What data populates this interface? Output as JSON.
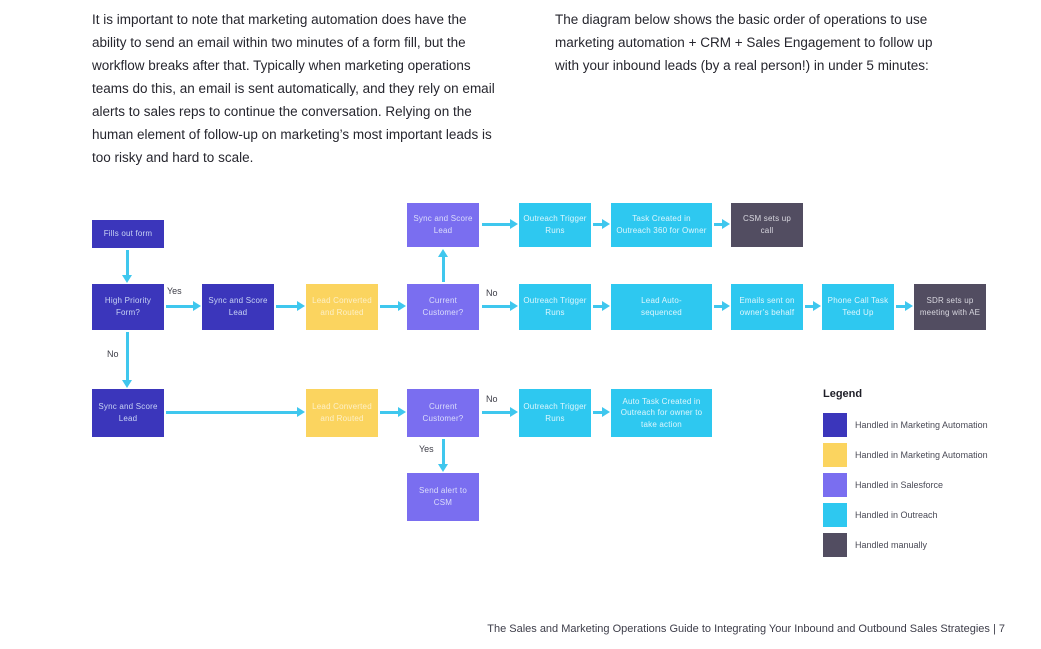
{
  "intro": {
    "left_paragraph": "It is important to note that marketing automation does have the ability to send an email within two minutes of a form fill, but the workflow breaks after that. Typically when marketing operations teams do this, an email is sent automatically, and they rely on email alerts to sales reps to continue the conversation. Relying on the human element of follow-up on marketing’s most important leads is too risky and hard to scale.",
    "right_paragraph": "The diagram below shows the basic order of operations to use marketing automation + CRM + Sales Engagement to follow up with your inbound leads (by a real person!) in under 5 minutes:"
  },
  "diagram": {
    "nodes": {
      "fills_out_form": {
        "label": "Fills out form",
        "system": "marketing-automation"
      },
      "high_priority_form": {
        "label": "High Priority Form?",
        "system": "marketing-automation"
      },
      "sync_score_mid": {
        "label": "Sync and Score Lead",
        "system": "marketing-automation"
      },
      "lead_converted_mid": {
        "label": "Lead Converted and Routed",
        "system": "marketing-automation"
      },
      "current_customer_mid": {
        "label": "Current Customer?",
        "system": "salesforce"
      },
      "sync_score_top": {
        "label": "Sync and Score Lead",
        "system": "salesforce"
      },
      "outreach_trigger_top": {
        "label": "Outreach Trigger Runs",
        "system": "outreach"
      },
      "task_created_top": {
        "label": "Task Created in Outreach 360 for Owner",
        "system": "outreach"
      },
      "csm_sets_up_call": {
        "label": "CSM sets up call",
        "system": "manual"
      },
      "outreach_trigger_mid": {
        "label": "Outreach Trigger Runs",
        "system": "outreach"
      },
      "lead_auto_sequenced": {
        "label": "Lead Auto-sequenced",
        "system": "outreach"
      },
      "emails_sent": {
        "label": "Emails sent on owner’s behalf",
        "system": "outreach"
      },
      "phone_call_task": {
        "label": "Phone Call Task Teed Up",
        "system": "outreach"
      },
      "sdr_meeting": {
        "label": "SDR sets up meeting with AE",
        "system": "manual"
      },
      "sync_score_bottom": {
        "label": "Sync and Score Lead",
        "system": "marketing-automation"
      },
      "lead_converted_bottom": {
        "label": "Lead Converted and Routed",
        "system": "marketing-automation"
      },
      "current_customer_bottom": {
        "label": "Current Customer?",
        "system": "salesforce"
      },
      "outreach_trigger_bottom": {
        "label": "Outreach Trigger Runs",
        "system": "outreach"
      },
      "auto_task_created": {
        "label": "Auto Task Created in Outreach for owner to take action",
        "system": "outreach"
      },
      "send_alert_csm": {
        "label": "Send alert to CSM",
        "system": "salesforce"
      }
    },
    "edge_labels": {
      "high_priority_yes": "Yes",
      "high_priority_no": "No",
      "current_mid_no": "No",
      "current_bottom_no": "No",
      "current_bottom_yes": "Yes"
    },
    "arrow_color": "#3fc7ee"
  },
  "legend": {
    "title": "Legend",
    "items": [
      {
        "label": "Handled in Marketing Automation",
        "color": "#3b36bb"
      },
      {
        "label": "Handled in Marketing Automation",
        "color": "#fbd45f"
      },
      {
        "label": "Handled in Salesforce",
        "color": "#7a6ef0"
      },
      {
        "label": "Handled in Outreach",
        "color": "#2ec8f0"
      },
      {
        "label": "Handled manually",
        "color": "#524d61"
      }
    ]
  },
  "footer": {
    "text": "The Sales and Marketing Operations Guide to Integrating Your Inbound and Outbound Sales Strategies  |  7"
  }
}
